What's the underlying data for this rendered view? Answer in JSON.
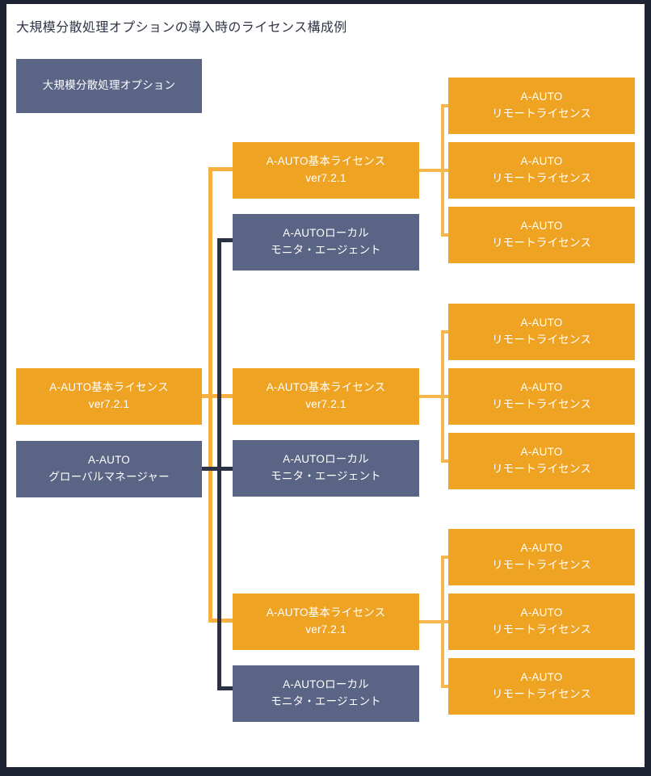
{
  "diagram": {
    "title": "大規模分散処理オプションの導入時のライセンス構成例",
    "colors": {
      "orange": "#efa323",
      "navy": "#5a6485",
      "frame": "#1e2434",
      "connector_orange": "#f5b041",
      "connector_dark": "#2b3245",
      "title_text": "#2f3545",
      "node_text": "#ffffff",
      "background": "#ffffff"
    },
    "labels": {
      "option": "大規模分散処理オプション",
      "base_license_l1": "A-AUTO基本ライセンス",
      "base_license_l2": "ver7.2.1",
      "global_manager_l1": "A-AUTO",
      "global_manager_l2": "グローバルマネージャー",
      "local_monitor_l1": "A-AUTOローカル",
      "local_monitor_l2": "モニタ・エージェント",
      "remote_license_l1": "A-AUTO",
      "remote_license_l2": "リモートライセンス"
    },
    "nodes": {
      "root": {
        "id": "option-box",
        "type": "navy",
        "lines": [
          "大規模分散処理オプション"
        ]
      },
      "left_base": {
        "id": "left-base-license",
        "type": "orange",
        "lines": [
          "A-AUTO基本ライセンス",
          "ver7.2.1"
        ]
      },
      "left_manager": {
        "id": "global-manager",
        "type": "navy",
        "lines": [
          "A-AUTO",
          "グローバルマネージャー"
        ]
      },
      "mid_groups": [
        {
          "id": "group-1",
          "base": {
            "id": "mid-base-license-1",
            "type": "orange",
            "lines": [
              "A-AUTO基本ライセンス",
              "ver7.2.1"
            ]
          },
          "monitor": {
            "id": "local-monitor-1",
            "type": "navy",
            "lines": [
              "A-AUTOローカル",
              "モニタ・エージェント"
            ]
          },
          "remotes": [
            {
              "id": "remote-license-1-1",
              "type": "orange",
              "lines": [
                "A-AUTO",
                "リモートライセンス"
              ]
            },
            {
              "id": "remote-license-1-2",
              "type": "orange",
              "lines": [
                "A-AUTO",
                "リモートライセンス"
              ]
            },
            {
              "id": "remote-license-1-3",
              "type": "orange",
              "lines": [
                "A-AUTO",
                "リモートライセンス"
              ]
            }
          ]
        },
        {
          "id": "group-2",
          "base": {
            "id": "mid-base-license-2",
            "type": "orange",
            "lines": [
              "A-AUTO基本ライセンス",
              "ver7.2.1"
            ]
          },
          "monitor": {
            "id": "local-monitor-2",
            "type": "navy",
            "lines": [
              "A-AUTOローカル",
              "モニタ・エージェント"
            ]
          },
          "remotes": [
            {
              "id": "remote-license-2-1",
              "type": "orange",
              "lines": [
                "A-AUTO",
                "リモートライセンス"
              ]
            },
            {
              "id": "remote-license-2-2",
              "type": "orange",
              "lines": [
                "A-AUTO",
                "リモートライセンス"
              ]
            },
            {
              "id": "remote-license-2-3",
              "type": "orange",
              "lines": [
                "A-AUTO",
                "リモートライセンス"
              ]
            }
          ]
        },
        {
          "id": "group-3",
          "base": {
            "id": "mid-base-license-3",
            "type": "orange",
            "lines": [
              "A-AUTO基本ライセンス",
              "ver7.2.1"
            ]
          },
          "monitor": {
            "id": "local-monitor-3",
            "type": "navy",
            "lines": [
              "A-AUTOローカル",
              "モニタ・エージェント"
            ]
          },
          "remotes": [
            {
              "id": "remote-license-3-1",
              "type": "orange",
              "lines": [
                "A-AUTO",
                "リモートライセンス"
              ]
            },
            {
              "id": "remote-license-3-2",
              "type": "orange",
              "lines": [
                "A-AUTO",
                "リモートライセンス"
              ]
            },
            {
              "id": "remote-license-3-3",
              "type": "orange",
              "lines": [
                "A-AUTO",
                "リモートライセンス"
              ]
            }
          ]
        }
      ]
    }
  }
}
